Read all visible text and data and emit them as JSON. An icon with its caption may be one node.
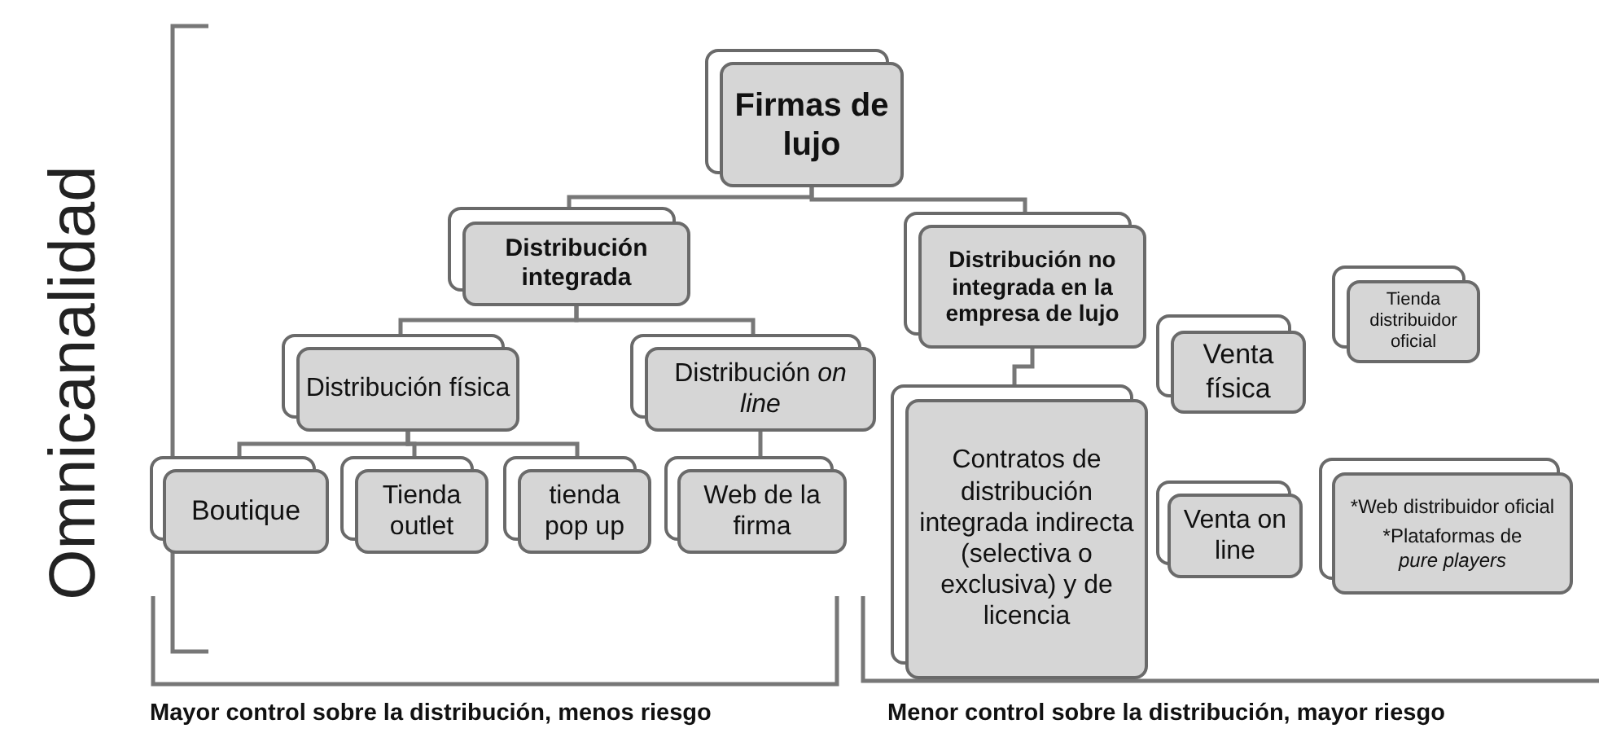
{
  "diagram": {
    "nodes": [
      {
        "text": [
          "Firmas de lujo"
        ]
      },
      {
        "text": [
          "Distribución integrada"
        ]
      },
      {
        "text": [
          "Distribución no integrada en la empresa de lujo"
        ]
      },
      {
        "text": [
          "Distribución física"
        ]
      },
      {
        "text": [
          "Distribución *on line*"
        ]
      },
      {
        "text": [
          "Boutique"
        ]
      },
      {
        "text": [
          "Tienda outlet"
        ]
      },
      {
        "text": [
          "tienda pop up"
        ]
      },
      {
        "text": [
          "Web de la firma"
        ]
      },
      {
        "text": [
          "Contratos de distribución integrada indirecta (selectiva o exclusiva) y de licencia"
        ]
      },
      {
        "text": [
          "Venta física"
        ]
      },
      {
        "text": [
          "Venta on line"
        ]
      },
      {
        "text": [
          "Tienda distribuidor oficial"
        ]
      },
      {
        "text": [
          "*Web distribuidor oficial",
          "*Plataformas de",
          "pure players"
        ]
      }
    ],
    "edges": [
      {
        "from": 0,
        "to": 1,
        "arrow": "none"
      },
      {
        "from": 0,
        "to": 2,
        "arrow": "none"
      },
      {
        "from": 1,
        "to": 3,
        "arrow": "none"
      },
      {
        "from": 1,
        "to": 4,
        "arrow": "none"
      },
      {
        "from": 3,
        "to": 5,
        "arrow": "none"
      },
      {
        "from": 3,
        "to": 6,
        "arrow": "none"
      },
      {
        "from": 3,
        "to": 7,
        "arrow": "none"
      },
      {
        "from": 4,
        "to": 8,
        "arrow": "none"
      },
      {
        "from": 2,
        "to": 9,
        "arrow": "none"
      }
    ],
    "labels": [
      "Omnicanalidad",
      "Mayor control sobre la distribución, menos riesgo",
      "Menor control sobre la distribución, mayor riesgo"
    ]
  }
}
